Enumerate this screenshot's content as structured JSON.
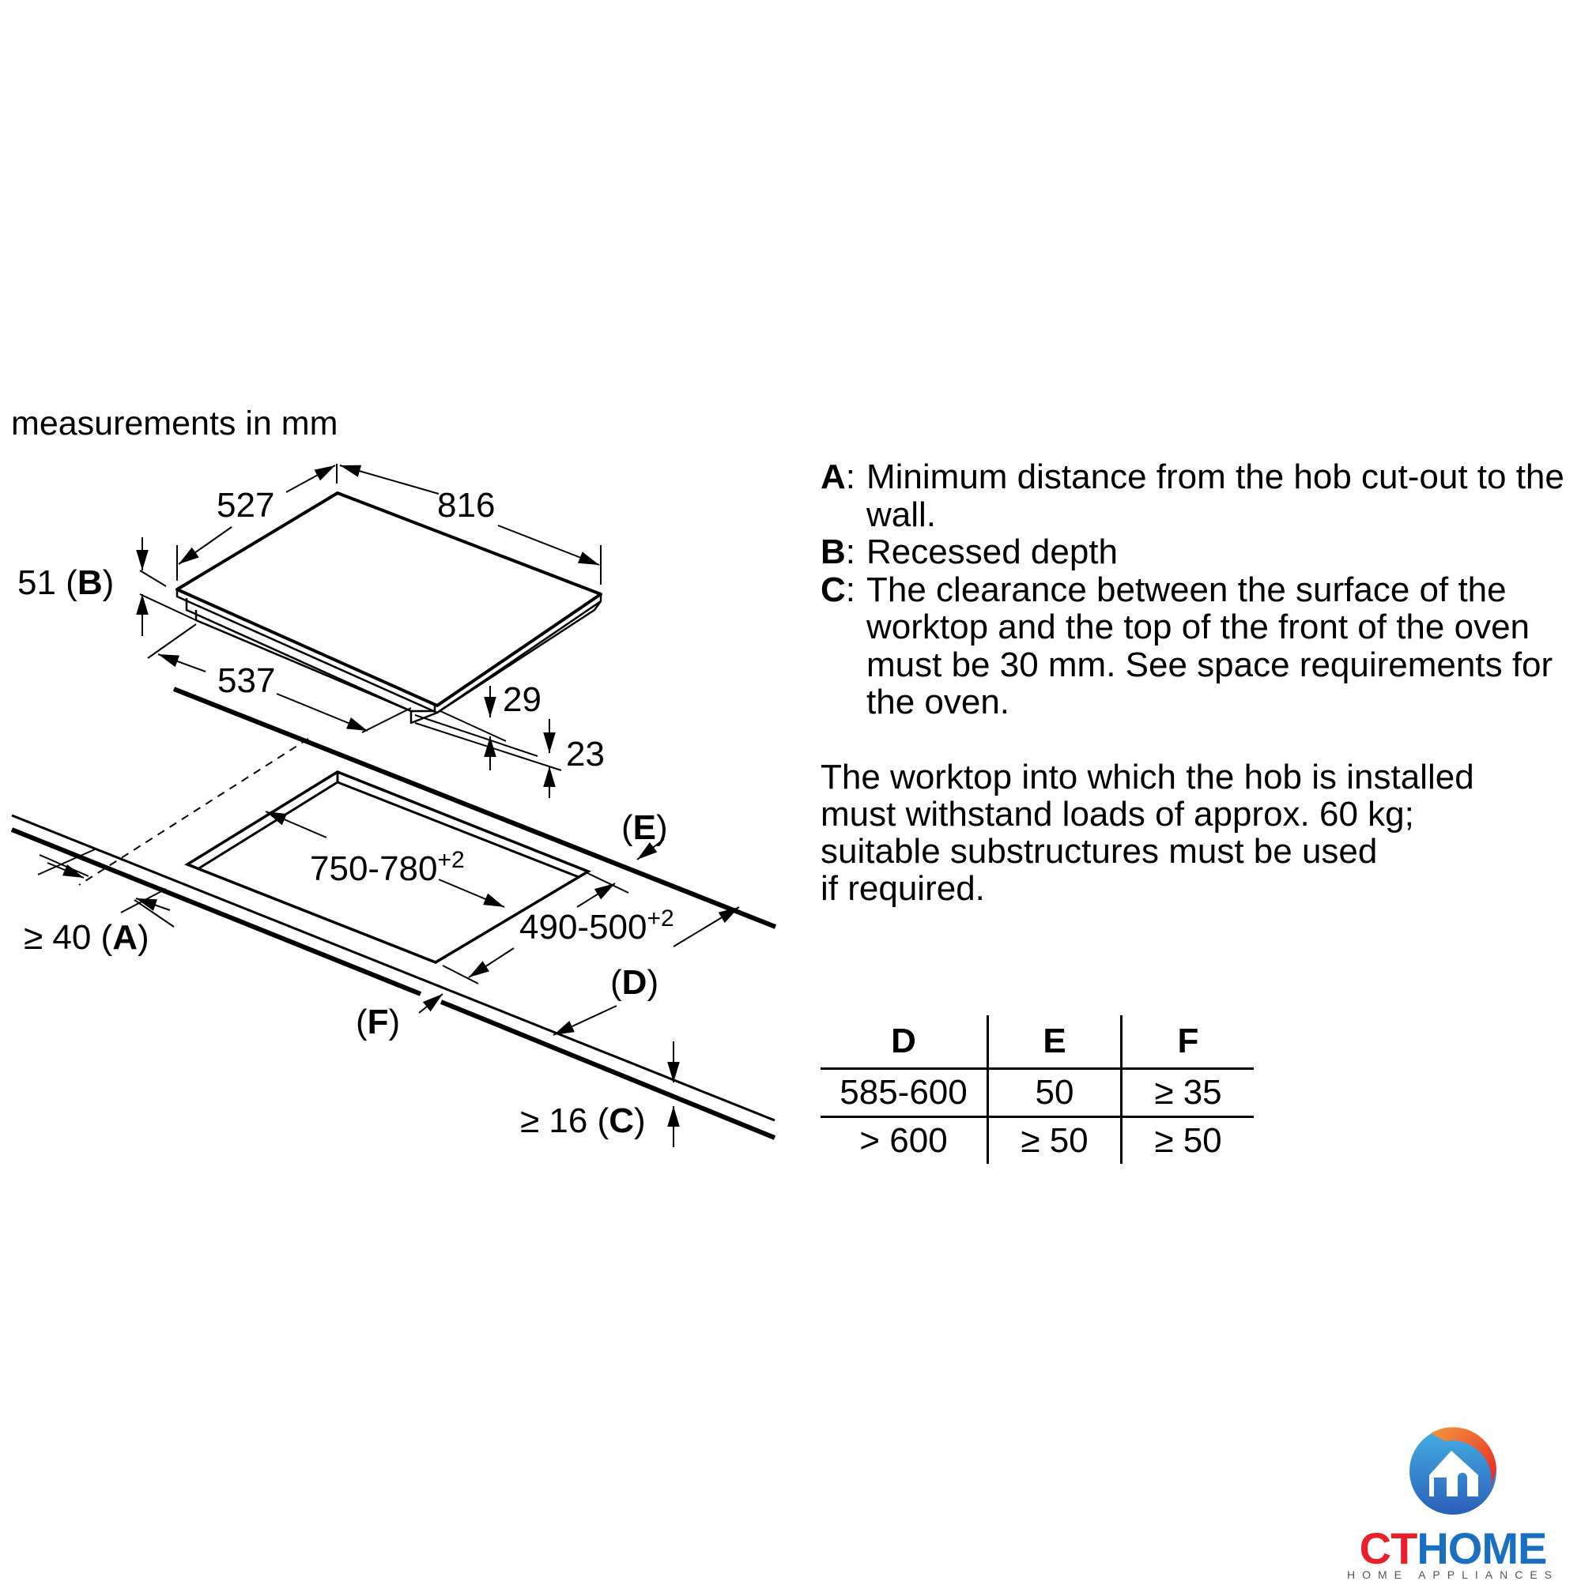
{
  "header": {
    "title": "measurements in mm"
  },
  "hob_dimensions": {
    "depth": "527",
    "width": "816",
    "recess_depth_value": "51",
    "recess_depth_key": "B",
    "body_width": "537",
    "thickness_front": "29",
    "thickness_lower": "23"
  },
  "cutout_dimensions": {
    "width_range": "750-780",
    "width_tolerance": "+2",
    "depth_range": "490-500",
    "depth_tolerance": "+2",
    "min_wall_distance_prefix": "≥ 40",
    "min_wall_distance_key": "A",
    "worktop_clearance_prefix": "≥ 16",
    "worktop_clearance_key": "C",
    "label_d": "D",
    "label_e": "E",
    "label_f": "F"
  },
  "legend": [
    {
      "key": "A",
      "text": "Minimum distance from the hob cut-out to the wall."
    },
    {
      "key": "B",
      "text": "Recessed depth"
    },
    {
      "key": "C",
      "text": "The clearance between the surface of the worktop and the top of the front of the oven must be 30 mm. See space requirements for the oven."
    }
  ],
  "note": {
    "lines": [
      "The worktop into which the hob is installed",
      "must withstand loads of approx. 60 kg;",
      "suitable substructures must be used",
      "if required."
    ]
  },
  "spec_table": {
    "headers": [
      "D",
      "E",
      "F"
    ],
    "rows": [
      [
        "585-600",
        "50",
        "≥ 35"
      ],
      [
        "> 600",
        "≥ 50",
        "≥ 50"
      ]
    ]
  },
  "logo": {
    "brand_ct": "CT",
    "brand_home": "HOME",
    "tagline": "HOME APPLIANCES",
    "colors": {
      "red": "#e8202a",
      "blue": "#1a6fc0",
      "orange": "#f07a3a",
      "light_blue": "#45b0e6"
    }
  }
}
